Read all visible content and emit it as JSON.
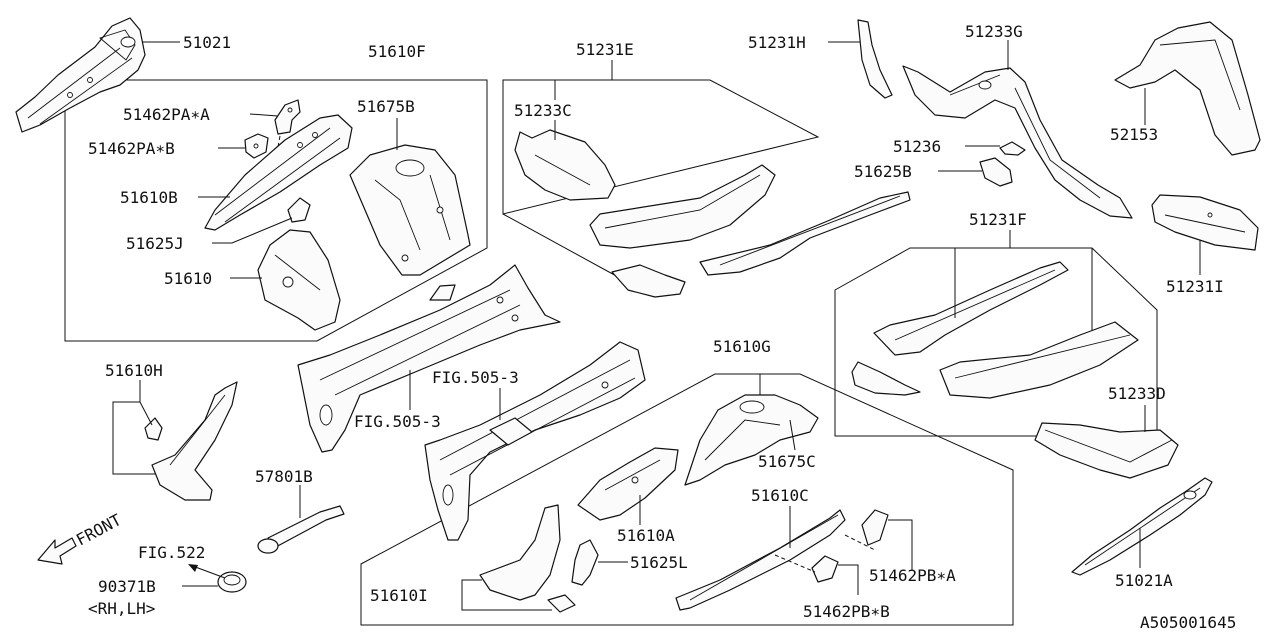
{
  "diagram_id": "A505001645",
  "labels": {
    "p51021": "51021",
    "p51610F": "51610F",
    "p51462PA_A": "51462PA∗A",
    "p51675B": "51675B",
    "p51462PA_B": "51462PA∗B",
    "p51610B": "51610B",
    "p51625J": "51625J",
    "p51610": "51610",
    "p51231E": "51231E",
    "p51233C": "51233C",
    "p51231H": "51231H",
    "p51233G": "51233G",
    "p52153": "52153",
    "p51236": "51236",
    "p51625B": "51625B",
    "p51231I": "51231I",
    "p51231F": "51231F",
    "p51610H": "51610H",
    "fig505_3_a": "FIG.505-3",
    "fig505_3_b": "FIG.505-3",
    "p51610G": "51610G",
    "p51233D": "51233D",
    "p51675C": "51675C",
    "p57801B": "57801B",
    "p51610C": "51610C",
    "p51610A": "51610A",
    "front": "FRONT",
    "fig522": "FIG.522",
    "p51625L": "51625L",
    "p51462PB_A": "51462PB∗A",
    "p90371B": "90371B",
    "rh_lh": "<RH,LH>",
    "p51610I": "51610I",
    "p51462PB_B": "51462PB∗B",
    "p51021A": "51021A"
  }
}
